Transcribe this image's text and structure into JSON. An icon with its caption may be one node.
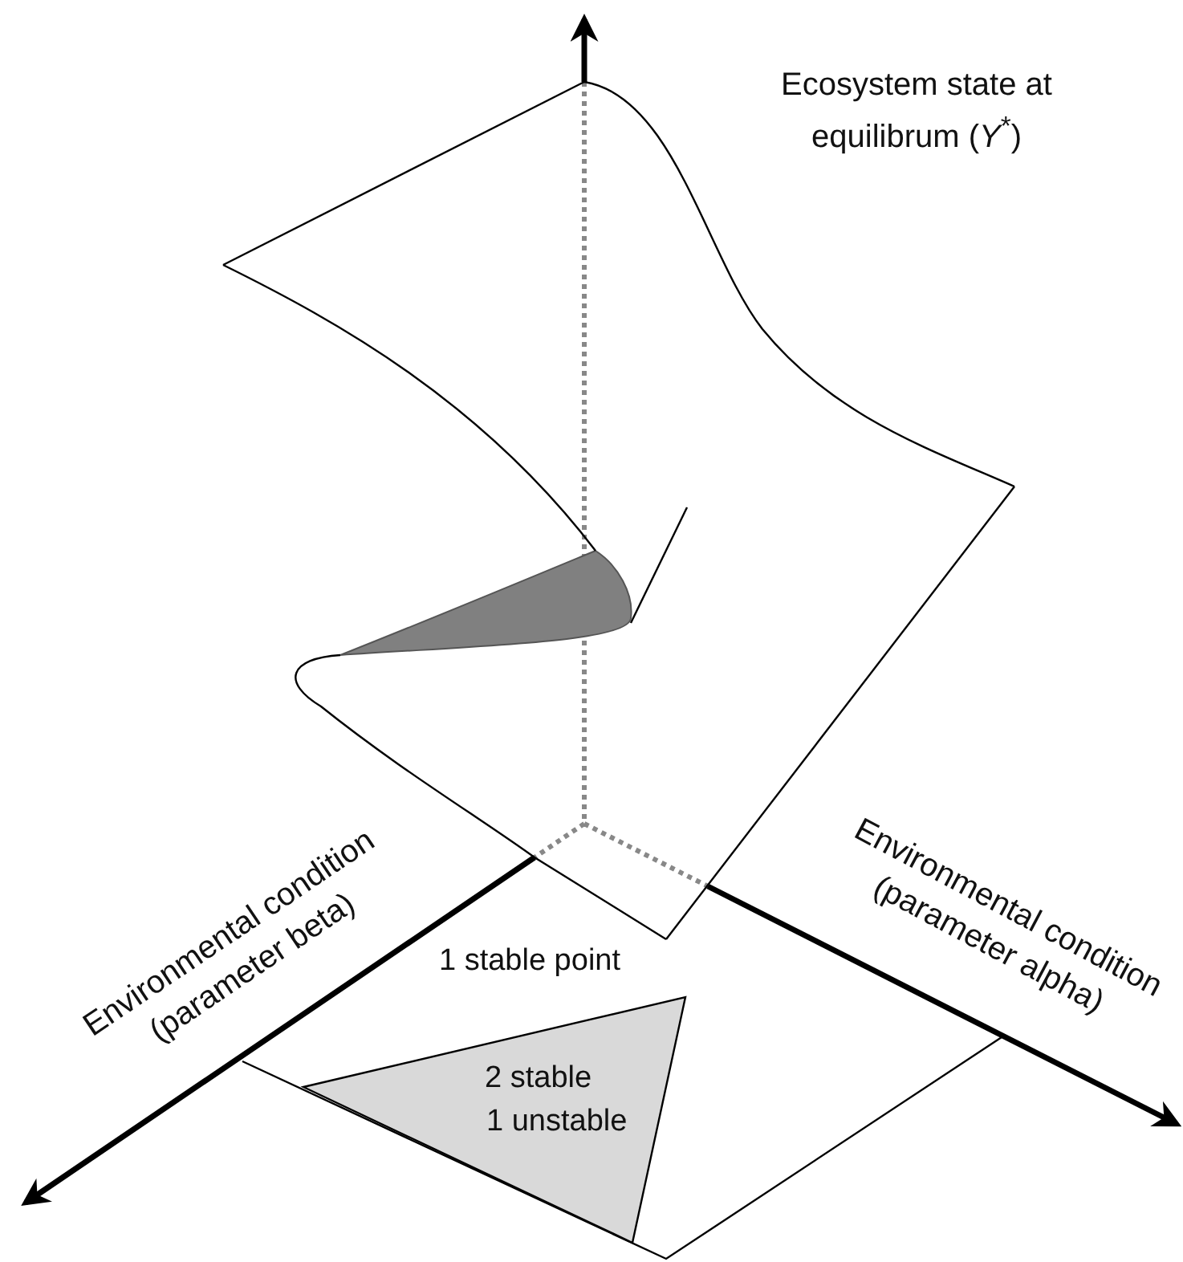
{
  "diagram": {
    "nodes": [
      {
        "text": [
          "2 stable",
          "1 unstable"
        ]
      }
    ],
    "labels": [
      "Ecosystem state at equilibrum (*Y*$^{*}$)",
      "Environmental condition (parameter beta)",
      "Environmental condition (parameter alpha)",
      "1 stable point"
    ]
  }
}
